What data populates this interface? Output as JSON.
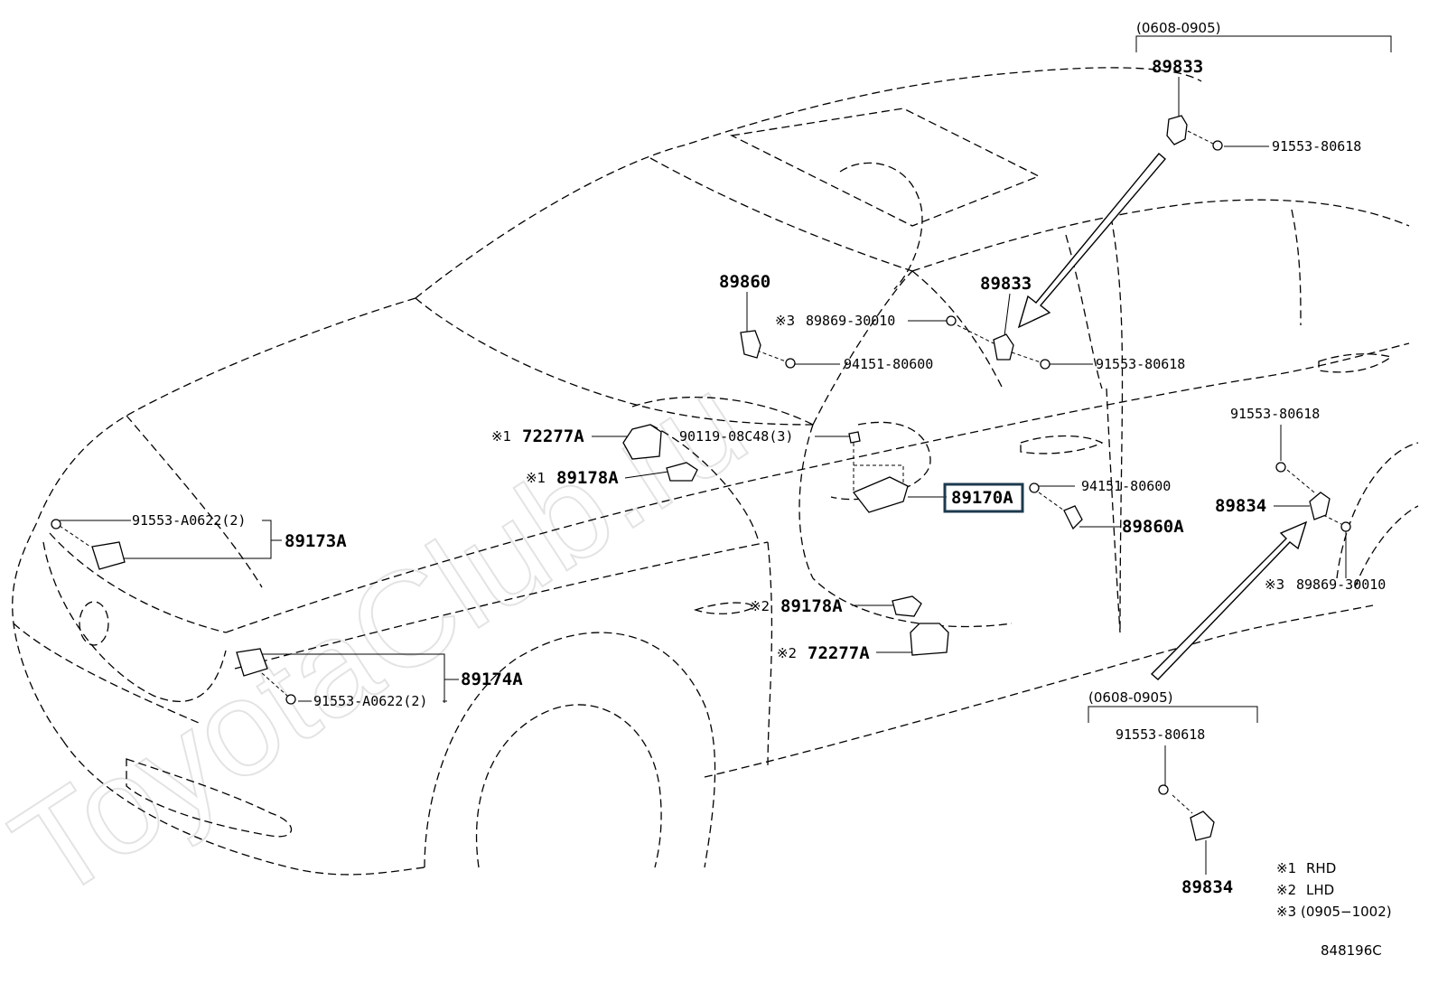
{
  "watermark": "ToyotaClub.ru",
  "diagram_code": "848196C",
  "legend": [
    {
      "mark": "※1",
      "text": "RHD"
    },
    {
      "mark": "※2",
      "text": "LHD"
    },
    {
      "mark": "※3",
      "text": "(0905−1002)"
    }
  ],
  "ranges": {
    "top": "(0608-0905)",
    "bottom": "(0608-0905)"
  },
  "labels": {
    "p89833_top": "89833",
    "p91553_80618_top": "91553-80618",
    "p89860": "89860",
    "p89833_mid": "89833",
    "p89869_30010_mid_mark": "※3",
    "p89869_30010_mid": "89869-30010",
    "p94151_80600_left": "94151-80600",
    "p91553_80618_mid": "91553-80618",
    "p72277A_top_mark": "※1",
    "p72277A_top": "72277A",
    "p90119": "90119-08C48(3)",
    "p89178A_top_mark": "※1",
    "p89178A_top": "89178A",
    "p89170A": "89170A",
    "p94151_80600_right": "94151-80600",
    "p89860A": "89860A",
    "p91553_80618_right": "91553-80618",
    "p89834_right": "89834",
    "p89869_30010_right_mark": "※3",
    "p89869_30010_right": "89869-30010",
    "p91553_A0622_top": "91553-A0622(2)",
    "p89173A": "89173A",
    "p89178A_bot_mark": "※2",
    "p89178A_bot": "89178A",
    "p72277A_bot_mark": "※2",
    "p72277A_bot": "72277A",
    "p91553_A0622_bot": "91553-A0622(2)",
    "p89174A": "89174A",
    "p91553_80618_bottom": "91553-80618",
    "p89834_bottom": "89834"
  }
}
